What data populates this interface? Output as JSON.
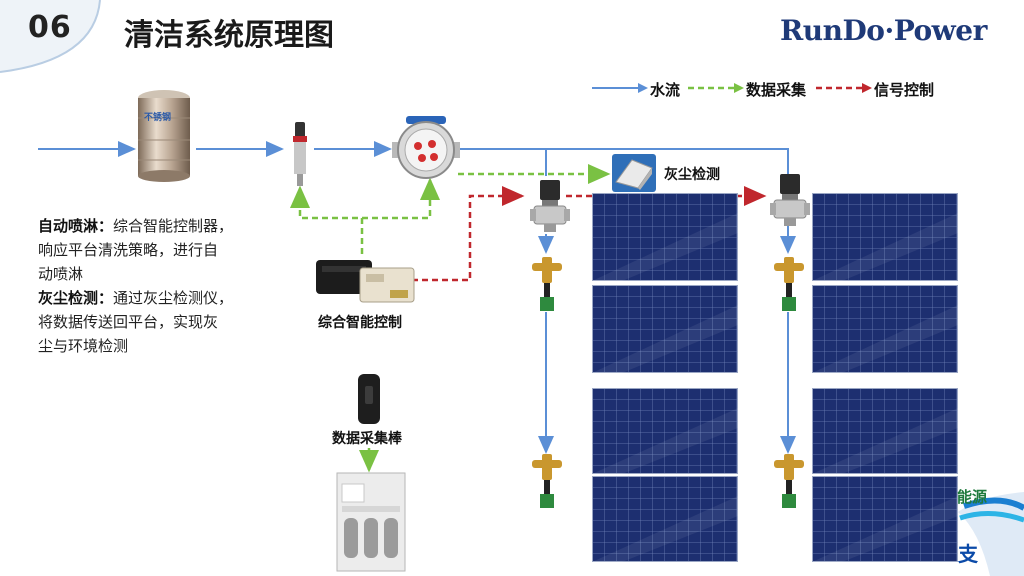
{
  "header": {
    "slide_number": "06",
    "title": "清洁系统原理图",
    "brand": "RunDo·Power"
  },
  "legend": {
    "items": [
      {
        "label": "水流",
        "color": "#5b8fd6"
      },
      {
        "label": "数据采集",
        "color": "#7ac143"
      },
      {
        "label": "信号控制",
        "color": "#c0272d"
      }
    ]
  },
  "description": {
    "auto_spray_heading": "自动喷淋：",
    "auto_spray_line1": "综合智能控制器，",
    "auto_spray_line2": "响应平台清洗策略，进行自",
    "auto_spray_line3": "动喷淋",
    "dust_heading": "灰尘检测：",
    "dust_line1": "通过灰尘检测仪，",
    "dust_line2": "将数据传送回平台，实现灰",
    "dust_line3": "尘与环境检测"
  },
  "labels": {
    "tank_text": "不锈钢",
    "dust_detector": "灰尘检测",
    "controller": "综合智能控制",
    "data_stick": "数据采集棒"
  },
  "corner_badge": {
    "text1": "能源",
    "text2": "支"
  },
  "colors": {
    "water": "#5b8fd6",
    "data": "#7ac143",
    "signal": "#c0272d",
    "panel": "#1c2e6e",
    "brand": "#1f3a78"
  }
}
